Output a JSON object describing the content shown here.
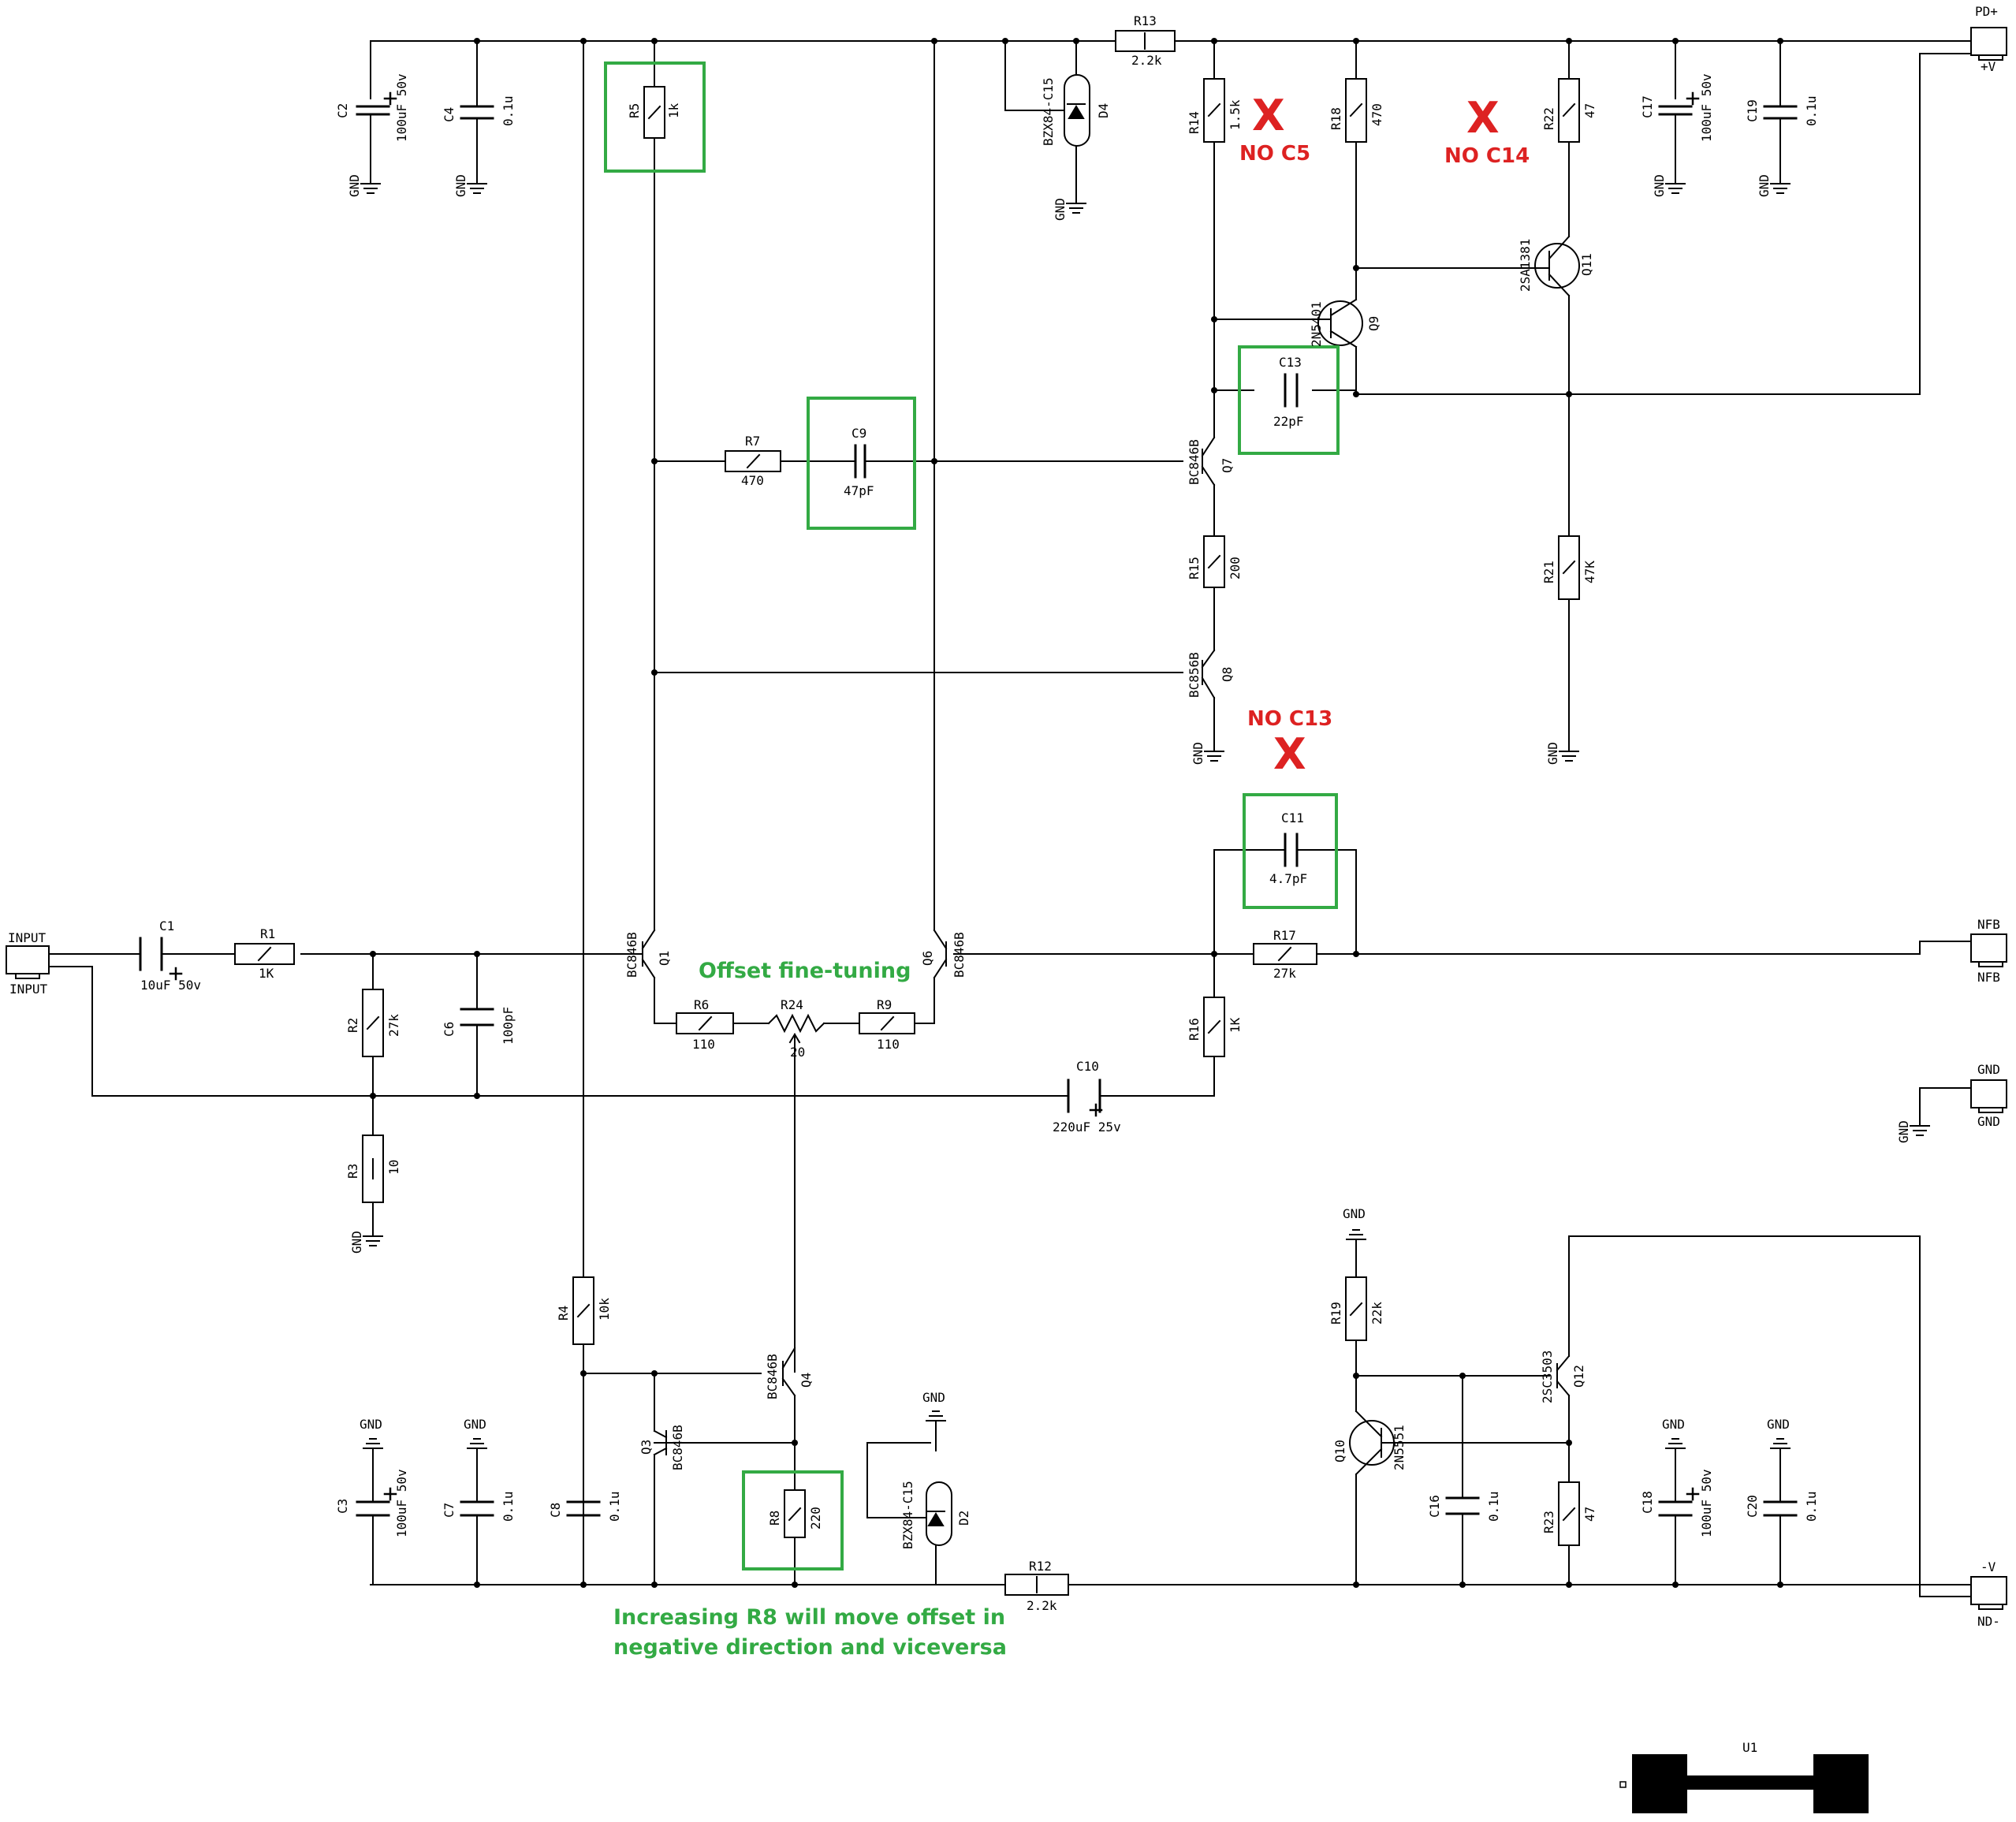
{
  "components": {
    "r1": {
      "ref": "R1",
      "val": "1K"
    },
    "r2": {
      "ref": "R2",
      "val": "27k"
    },
    "r3": {
      "ref": "R3",
      "val": "10"
    },
    "r4": {
      "ref": "R4",
      "val": "10k"
    },
    "r5": {
      "ref": "R5",
      "val": "1k"
    },
    "r6": {
      "ref": "R6",
      "val": "110"
    },
    "r7": {
      "ref": "R7",
      "val": "470"
    },
    "r8": {
      "ref": "R8",
      "val": "220"
    },
    "r9": {
      "ref": "R9",
      "val": "110"
    },
    "r12": {
      "ref": "R12",
      "val": "2.2k"
    },
    "r13": {
      "ref": "R13",
      "val": "2.2k"
    },
    "r14": {
      "ref": "R14",
      "val": "1.5k"
    },
    "r15": {
      "ref": "R15",
      "val": "200"
    },
    "r16": {
      "ref": "R16",
      "val": "1K"
    },
    "r17": {
      "ref": "R17",
      "val": "27k"
    },
    "r18": {
      "ref": "R18",
      "val": "470"
    },
    "r19": {
      "ref": "R19",
      "val": "22k"
    },
    "r21": {
      "ref": "R21",
      "val": "47K"
    },
    "r22": {
      "ref": "R22",
      "val": "47"
    },
    "r23": {
      "ref": "R23",
      "val": "47"
    },
    "r24": {
      "ref": "R24",
      "val": "20"
    },
    "c1": {
      "ref": "C1",
      "val": "10uF 50v"
    },
    "c2": {
      "ref": "C2",
      "val": "100uF 50v"
    },
    "c3": {
      "ref": "C3",
      "val": "100uF 50v"
    },
    "c4": {
      "ref": "C4",
      "val": "0.1u"
    },
    "c6": {
      "ref": "C6",
      "val": "100pF"
    },
    "c7": {
      "ref": "C7",
      "val": "0.1u"
    },
    "c8": {
      "ref": "C8",
      "val": "0.1u"
    },
    "c9": {
      "ref": "C9",
      "val": "47pF"
    },
    "c10": {
      "ref": "C10",
      "val": "220uF 25v"
    },
    "c11": {
      "ref": "C11",
      "val": "4.7pF"
    },
    "c13": {
      "ref": "C13",
      "val": "22pF"
    },
    "c16": {
      "ref": "C16",
      "val": "0.1u"
    },
    "c17": {
      "ref": "C17",
      "val": "100uF 50v"
    },
    "c18": {
      "ref": "C18",
      "val": "100uF 50v"
    },
    "c19": {
      "ref": "C19",
      "val": "0.1u"
    },
    "c20": {
      "ref": "C20",
      "val": "0.1u"
    },
    "q1": {
      "ref": "Q1",
      "val": "BC846B"
    },
    "q3": {
      "ref": "Q3",
      "val": "BC846B"
    },
    "q4": {
      "ref": "Q4",
      "val": "BC846B"
    },
    "q6": {
      "ref": "Q6",
      "val": "BC846B"
    },
    "q7": {
      "ref": "Q7",
      "val": "BC846B"
    },
    "q8": {
      "ref": "Q8",
      "val": "BC856B"
    },
    "q9": {
      "ref": "Q9",
      "val": "2N5401"
    },
    "q10": {
      "ref": "Q10",
      "val": "2N5551"
    },
    "q11": {
      "ref": "Q11",
      "val": "2SA1381"
    },
    "q12": {
      "ref": "Q12",
      "val": "2SC3503"
    },
    "d2": {
      "ref": "D2",
      "val": "BZX84-C15"
    },
    "d4": {
      "ref": "D4",
      "val": "BZX84-C15"
    },
    "u1": {
      "ref": "U1"
    }
  },
  "connectors": {
    "input": {
      "top": "INPUT",
      "bottom": "INPUT"
    },
    "pd_plus": {
      "top": "PD+",
      "bottom": "+V"
    },
    "nfb": {
      "top": "NFB",
      "bottom": "NFB"
    },
    "gnd_conn": {
      "top": "GND",
      "bottom": "GND"
    },
    "nd_minus": {
      "top": "-V",
      "bottom": "ND-"
    }
  },
  "gnd_label": "GND",
  "annotations": {
    "no_c5": "NO C5",
    "no_c14": "NO C14",
    "no_c13": "NO C13",
    "x_mark": "X",
    "offset_fine_tuning": "Offset fine-tuning",
    "r8_note_line1": "Increasing R8 will move offset in",
    "r8_note_line2": "negative direction and viceversa"
  },
  "colors": {
    "wire": "#000000",
    "highlight": "#33aa44",
    "warning": "#dd2222"
  }
}
